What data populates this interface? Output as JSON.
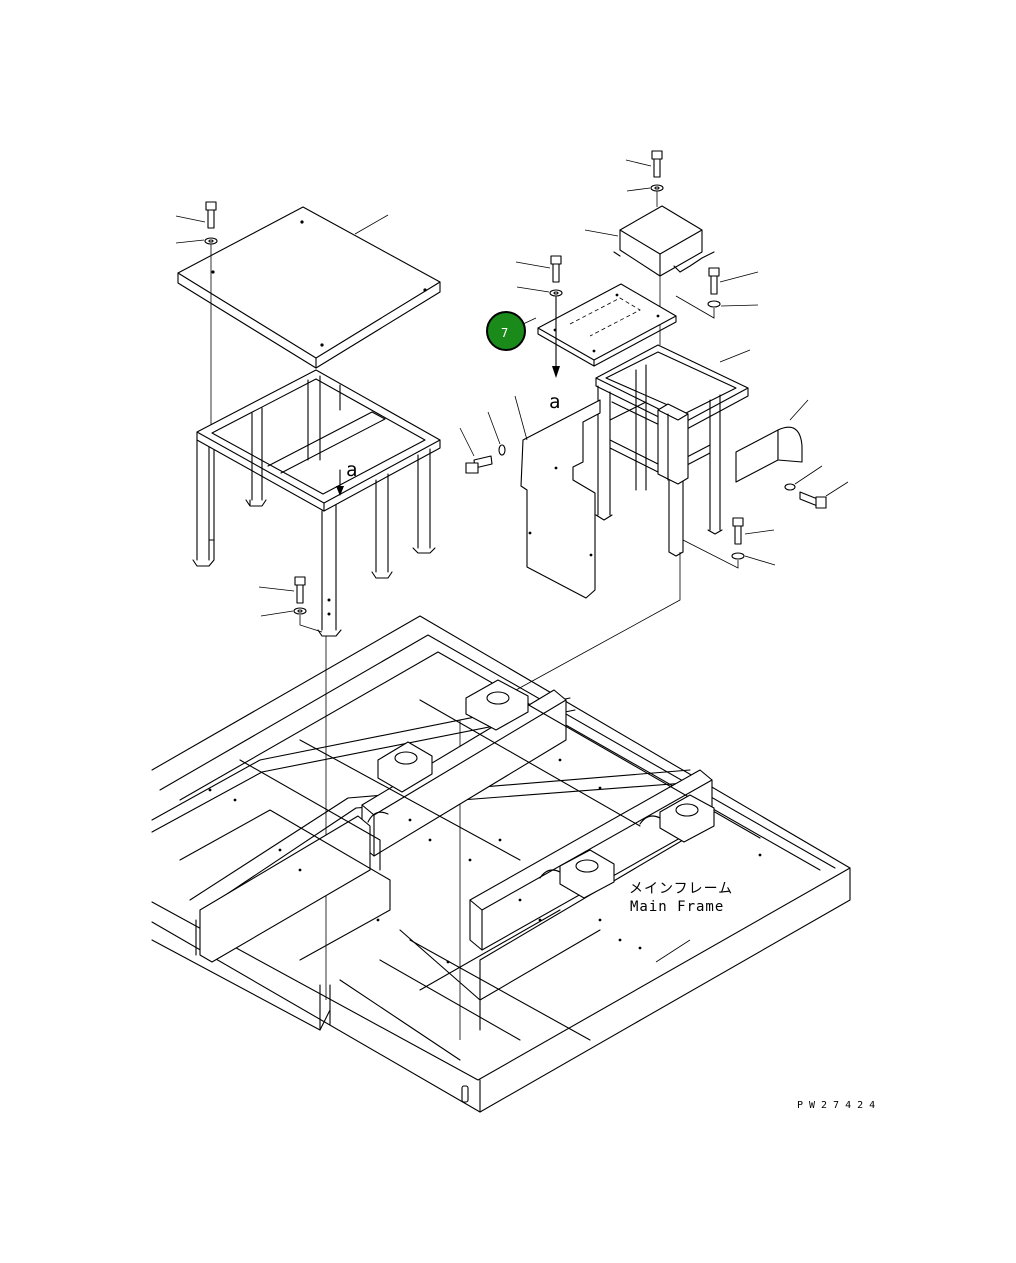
{
  "drawing_code": "PW27424",
  "callout": {
    "number": "7",
    "color": "#1a8a1a"
  },
  "labels": {
    "view_a_left": "a",
    "view_a_right": "a",
    "main_frame_jp": "メインフレーム",
    "main_frame_en": "Main Frame"
  }
}
